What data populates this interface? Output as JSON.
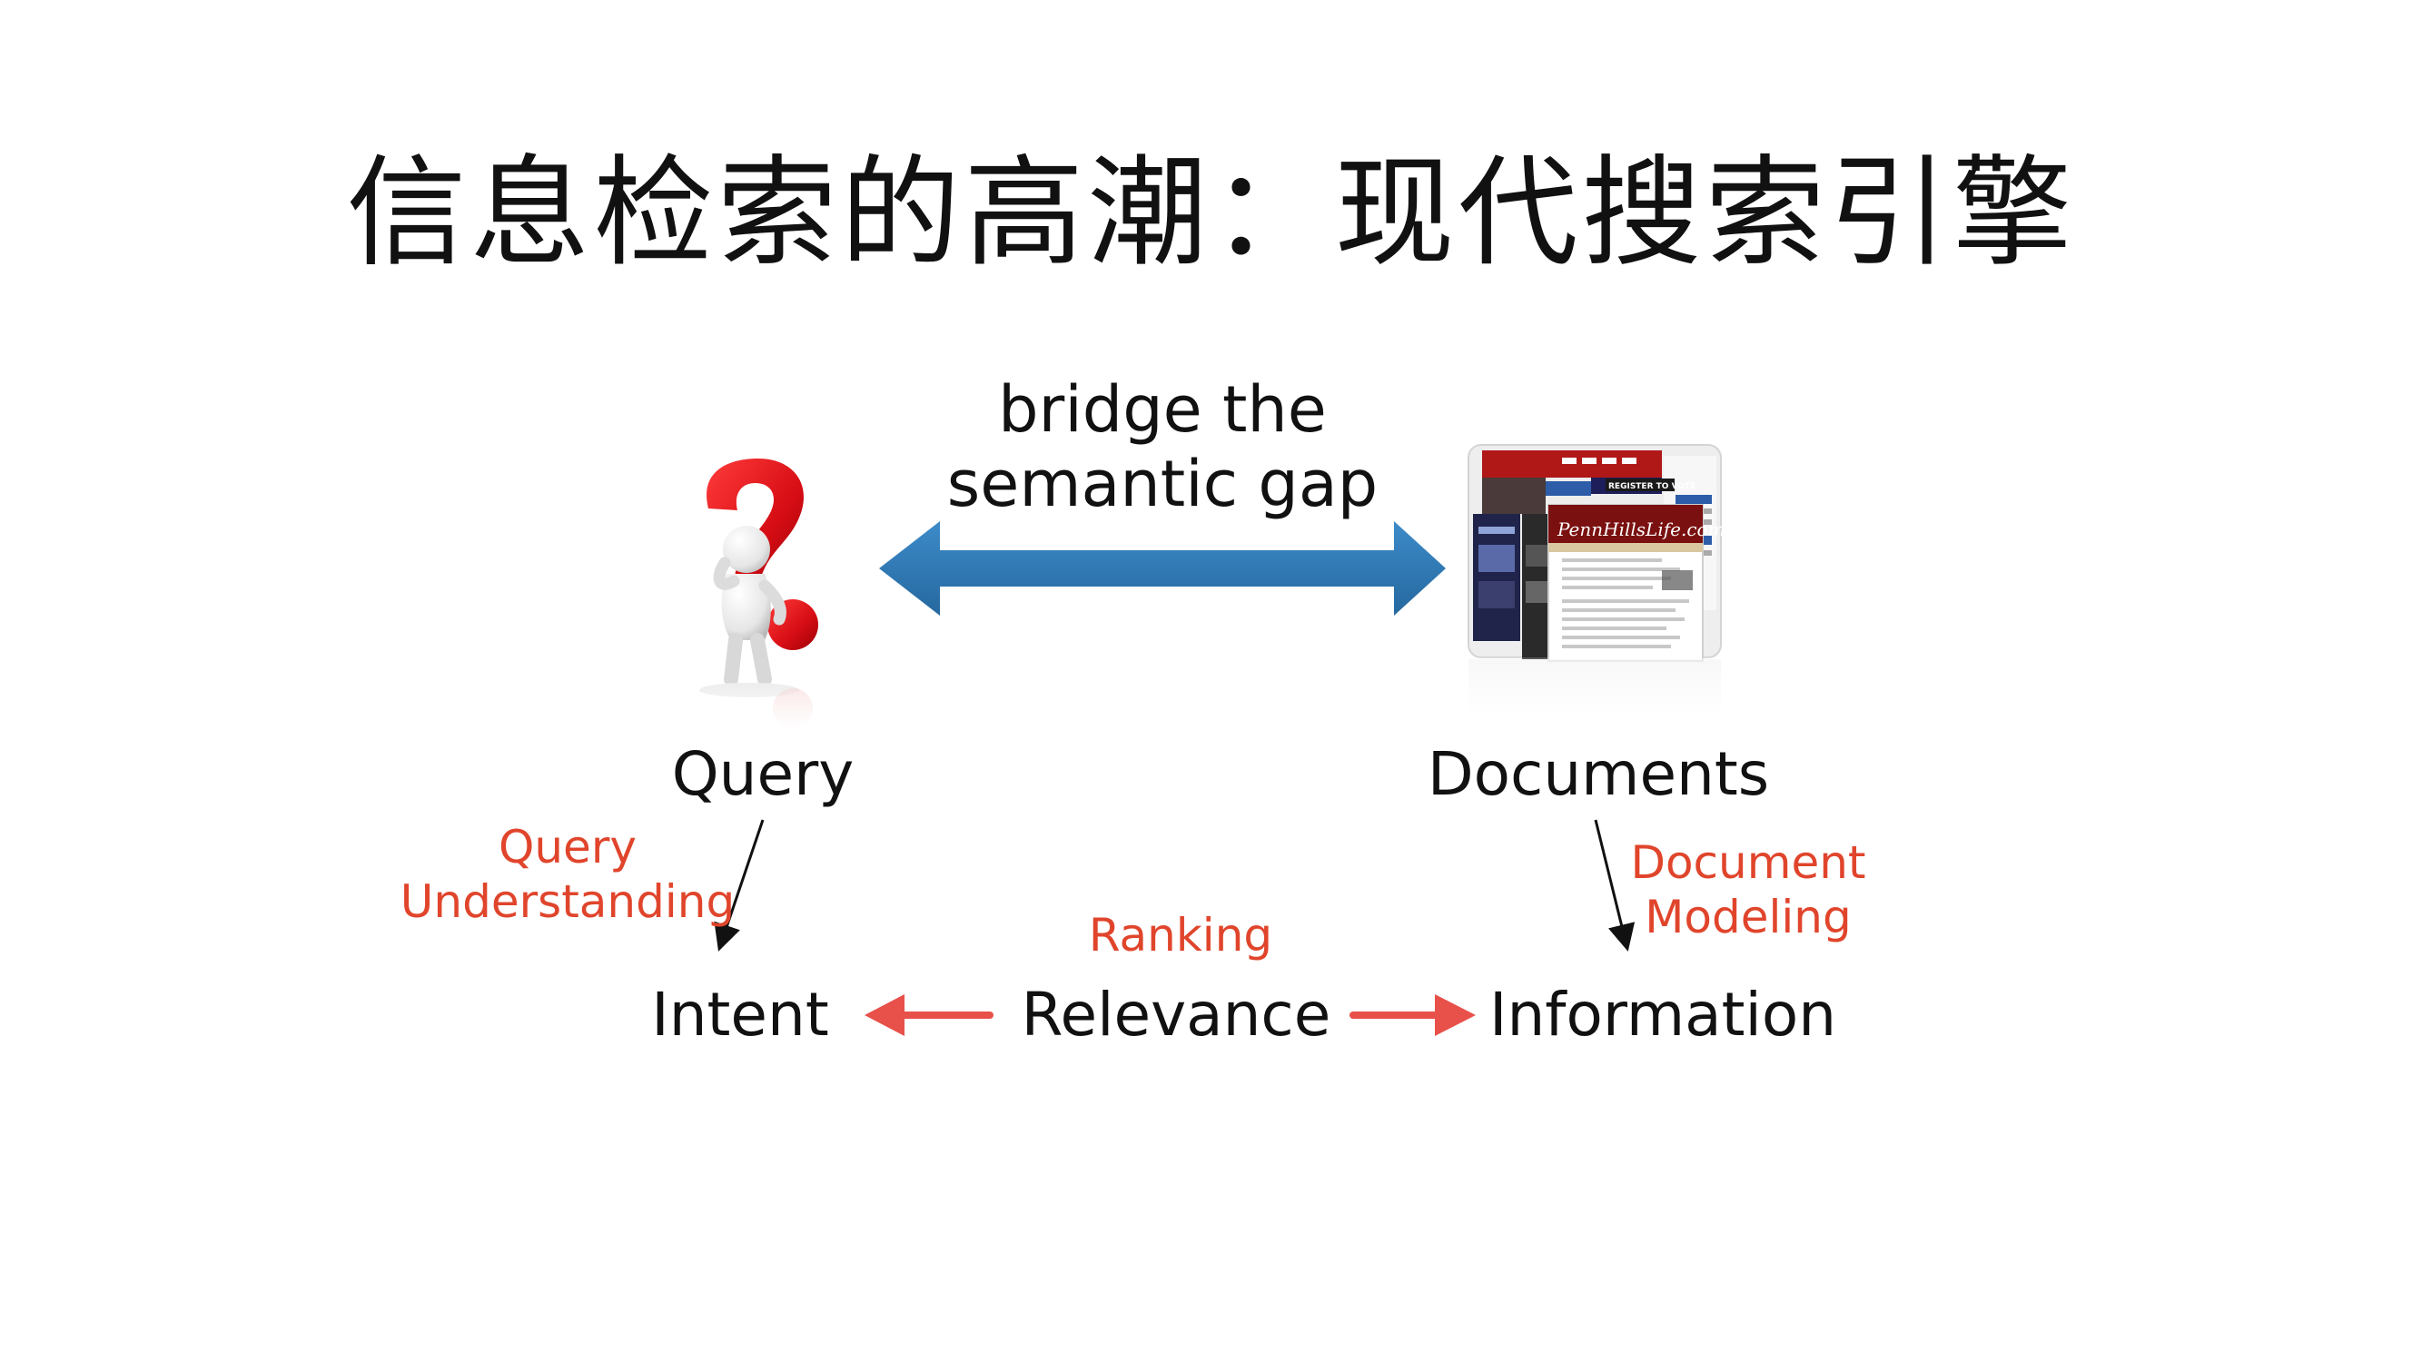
{
  "slide": {
    "title": "信息检索的高潮：现代搜索引擎",
    "bridge_text": [
      "bridge the",
      "semantic gap"
    ],
    "nodes": {
      "query": "Query",
      "documents": "Documents",
      "intent": "Intent",
      "relevance": "Relevance",
      "information": "Information"
    },
    "processes": {
      "query_understanding": [
        "Query",
        "Understanding"
      ],
      "document_modeling": [
        "Document",
        "Modeling"
      ],
      "ranking": "Ranking"
    },
    "website_mock": {
      "banner_text": "PennHillsLife.com",
      "button_text": "REGISTER TO VOTE"
    }
  },
  "colors": {
    "main_arrow": "#2f7ab8",
    "relevance_arrows": "#e8504a",
    "process_text": "#e0452c",
    "question_mark": "#e1121a",
    "text": "#111111"
  },
  "icons": {
    "query_graphic": "question-mark-person-icon",
    "documents_graphic": "website-screenshot-icon"
  }
}
